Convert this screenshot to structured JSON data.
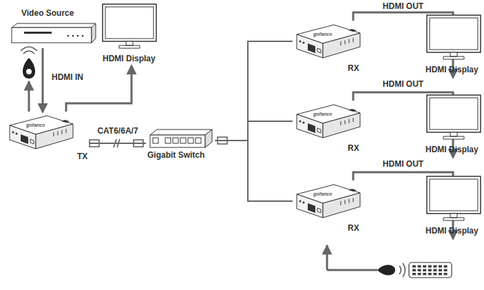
{
  "diagram": {
    "nodes": [
      {
        "text": [
          "Video Source"
        ]
      },
      {
        "text": [
          "HDMI Display"
        ]
      },
      {
        "text": [
          "gofanco",
          "TX"
        ]
      },
      {
        "text": [
          "Gigabit Switch"
        ]
      },
      {
        "text": [
          "gofanco",
          "RX"
        ]
      },
      {
        "text": [
          "HDMI Display"
        ]
      },
      {
        "text": [
          "gofanco",
          "RX"
        ]
      },
      {
        "text": [
          "HDMI Display"
        ]
      },
      {
        "text": [
          "gofanco",
          "RX"
        ]
      },
      {
        "text": [
          "HDMI Display"
        ]
      }
    ],
    "edges": [
      {
        "from": 0,
        "to": 2,
        "label": "HDMI IN",
        "arrow": "to"
      },
      {
        "from": 2,
        "to": 1,
        "arrow": "to"
      },
      {
        "from": 2,
        "to": 3,
        "label": "CAT6/6A/7",
        "arrow": "none"
      },
      {
        "from": 3,
        "to": 4,
        "arrow": "none"
      },
      {
        "from": 3,
        "to": 6,
        "arrow": "none"
      },
      {
        "from": 3,
        "to": 8,
        "arrow": "none"
      },
      {
        "from": 4,
        "to": 5,
        "label": "HDMI OUT",
        "arrow": "to"
      },
      {
        "from": 6,
        "to": 7,
        "label": "HDMI OUT",
        "arrow": "to"
      },
      {
        "from": 8,
        "to": 9,
        "label": "HDMI OUT",
        "arrow": "to"
      }
    ]
  }
}
